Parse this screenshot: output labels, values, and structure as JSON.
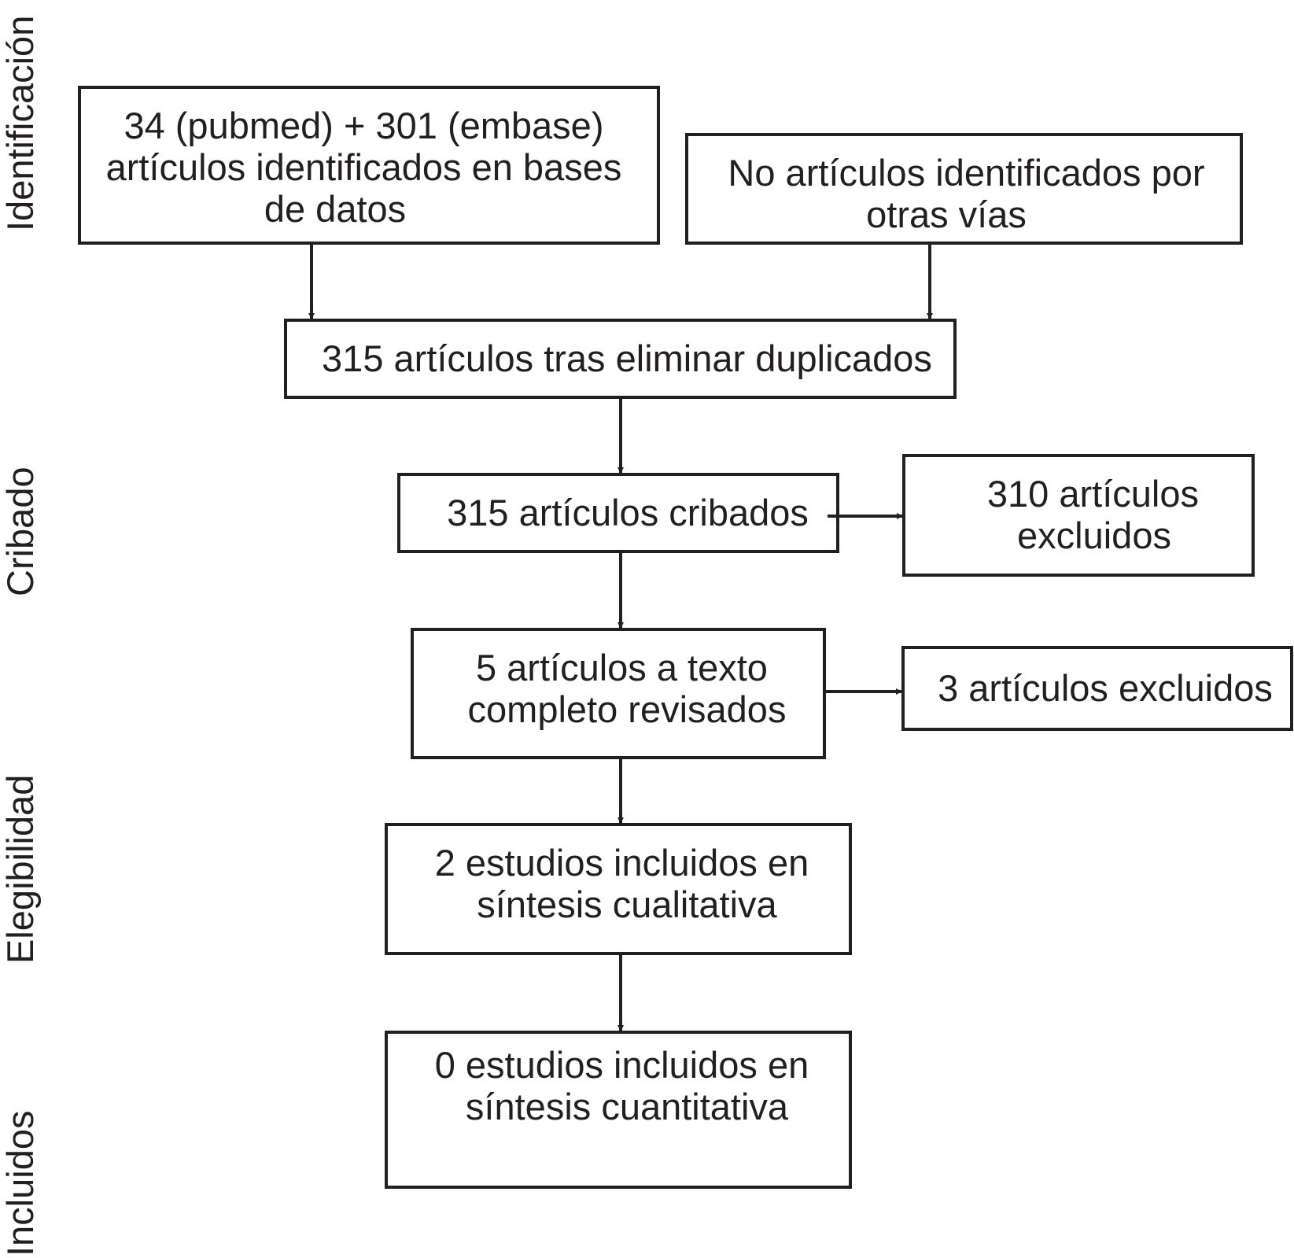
{
  "phases": {
    "identificacion": "Identificación",
    "cribado": "Cribado",
    "elegibilidad": "Elegibilidad",
    "incluidos": "Incluidos"
  },
  "boxes": {
    "databases": [
      "34 (pubmed) + 301 (embase)",
      "artículos identificados en bases",
      "de datos"
    ],
    "other_sources": [
      "No artículos identificados por",
      "otras vías"
    ],
    "after_duplicates": [
      "315 artículos tras eliminar duplicados"
    ],
    "screened": [
      "315 artículos cribados"
    ],
    "excluded_screening": [
      "310 artículos",
      "excluidos"
    ],
    "fulltext": [
      "5 artículos a texto",
      "completo revisados"
    ],
    "excluded_fulltext": [
      "3 artículos excluidos"
    ],
    "qualitative": [
      "2 estudios incluidos en",
      "síntesis cualitativa"
    ],
    "quantitative": [
      "0 estudios incluidos en",
      "síntesis cuantitativa"
    ]
  },
  "colors": {
    "ink": "#231f20",
    "background": "#ffffff"
  }
}
